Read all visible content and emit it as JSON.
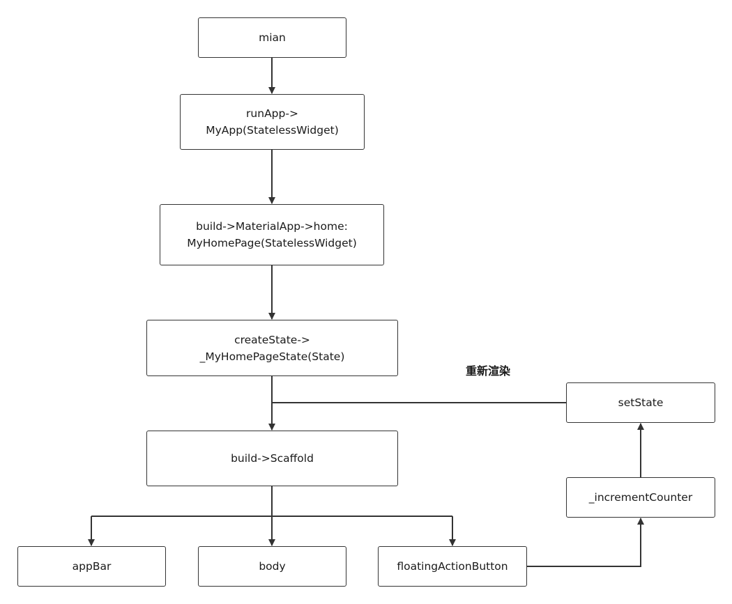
{
  "diagram": {
    "nodes": {
      "main": {
        "lines": [
          "mian"
        ]
      },
      "runapp": {
        "lines": [
          "runApp->",
          "MyApp(StatelessWidget)"
        ]
      },
      "build_material": {
        "lines": [
          "build->MaterialApp->home:",
          "MyHomePage(StatelessWidget)"
        ]
      },
      "create_state": {
        "lines": [
          "createState->",
          "_MyHomePageState(State)"
        ]
      },
      "build_scaffold": {
        "lines": [
          "build->Scaffold"
        ]
      },
      "appbar": {
        "lines": [
          "appBar"
        ]
      },
      "body": {
        "lines": [
          "body"
        ]
      },
      "fab": {
        "lines": [
          "floatingActionButton"
        ]
      },
      "increment": {
        "lines": [
          "_incrementCounter"
        ]
      },
      "setstate": {
        "lines": [
          "setState"
        ]
      }
    },
    "rerender_label": "重新渲染",
    "colors": {
      "line": "#333333",
      "border": "#333333",
      "text": "#1a1a1a"
    }
  }
}
